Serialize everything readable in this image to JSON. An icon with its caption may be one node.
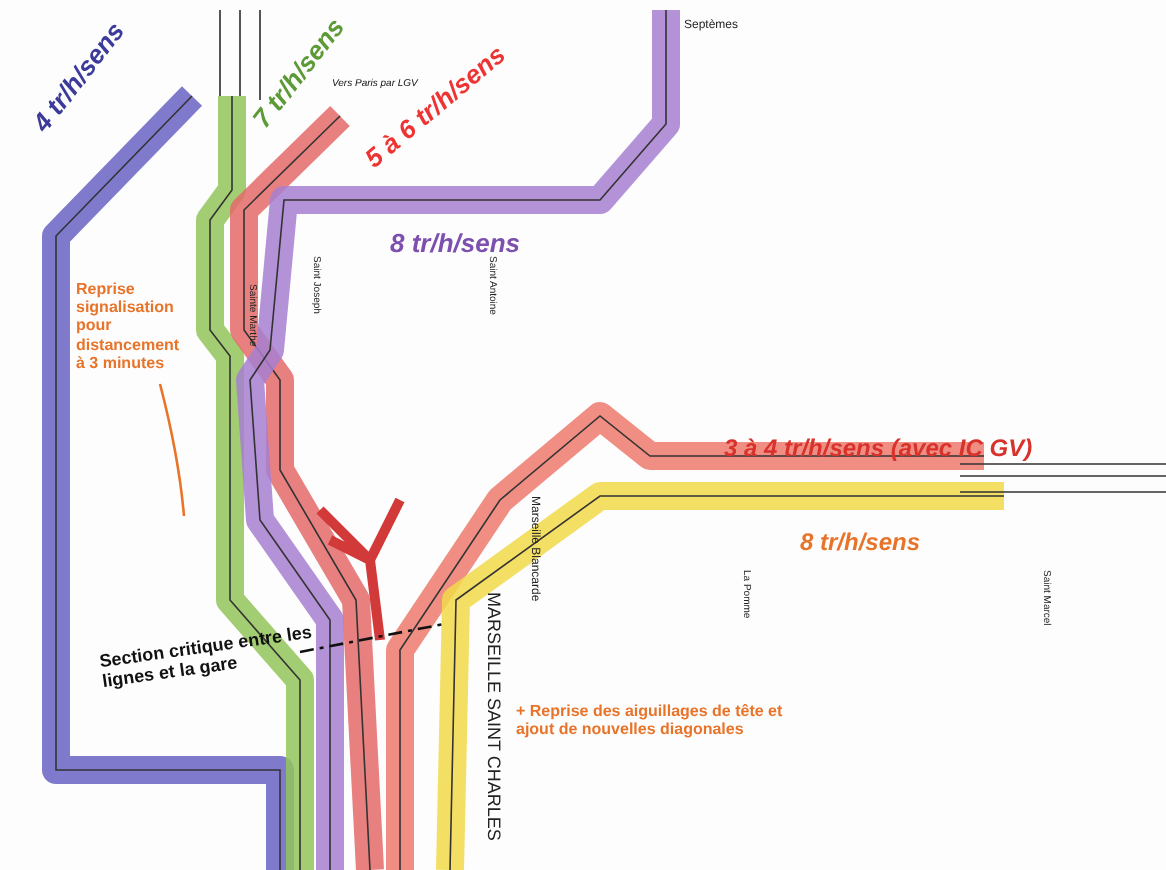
{
  "diagram": {
    "nodes": [
      {
        "text": [
          "Reprise signalisation pour distancement à 3 minutes"
        ]
      },
      {
        "text": [
          "Section critique entre les lignes et la gare"
        ]
      }
    ],
    "edges": [
      {
        "from": 0,
        "to": null,
        "arrow": "none",
        "color": "#e8742a"
      },
      {
        "from": 1,
        "to": null,
        "arrow": "none",
        "style": "dashed",
        "color": "#111111"
      }
    ],
    "labels": [
      "4 tr/h/sens",
      "7 tr/h/sens",
      "Vers Paris par LGV",
      "5 à 6 tr/h/sens",
      "Septèmes",
      "8 tr/h/sens",
      "Saint Joseph",
      "Saint Antoine",
      "Sainte Marthe",
      "3 à 4 tr/h/sens (avec IC GV)",
      "Marseille Blancarde",
      "La Pomme",
      "8 tr/h/sens",
      "Saint Marcel",
      "MARSEILLE SAINT CHARLES",
      "+ Reprise des aiguillages de tête et ajout de nouvelles diagonales"
    ]
  }
}
